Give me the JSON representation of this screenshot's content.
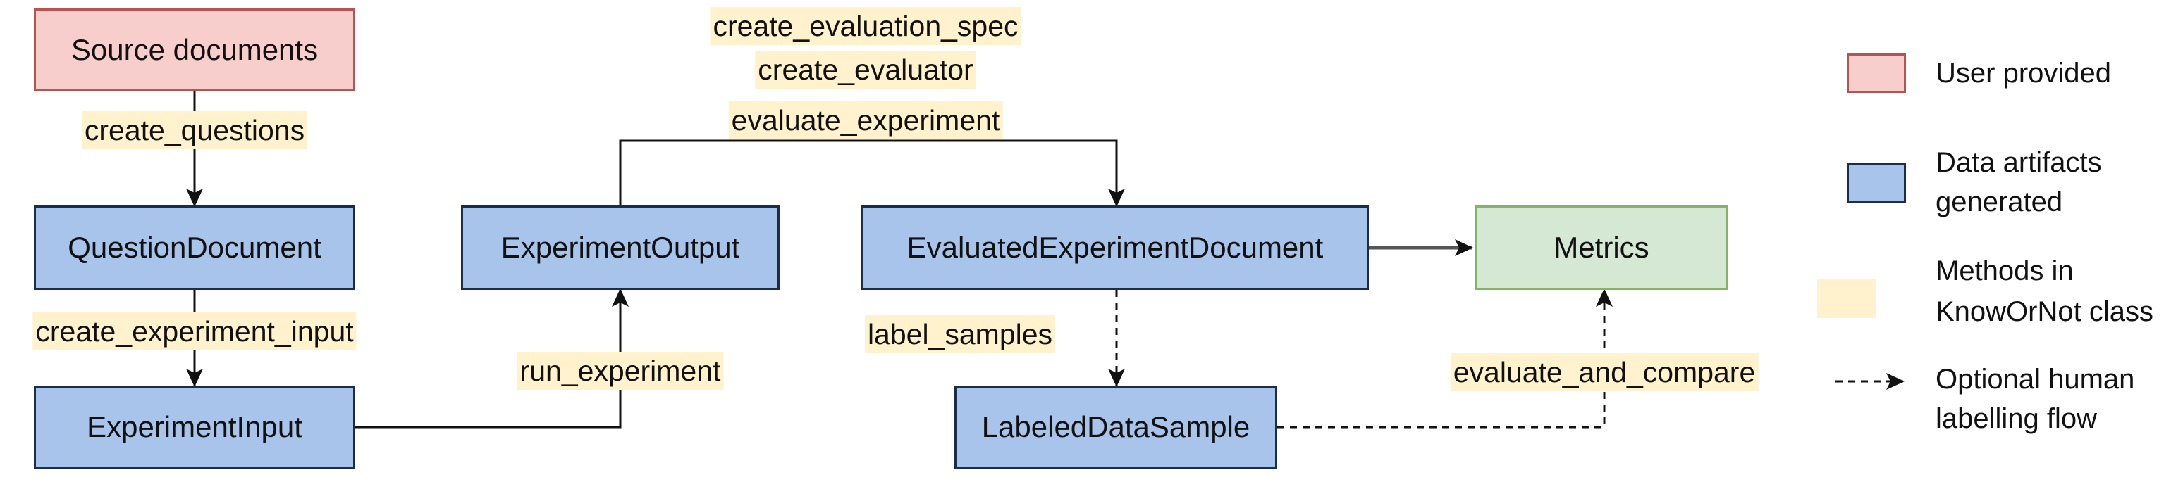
{
  "nodes": {
    "source_documents": "Source documents",
    "question_document": "QuestionDocument",
    "experiment_input": "ExperimentInput",
    "experiment_output": "ExperimentOutput",
    "evaluated_experiment_document": "EvaluatedExperimentDocument",
    "labeled_data_sample": "LabeledDataSample",
    "metrics": "Metrics"
  },
  "methods": {
    "create_questions": "create_questions",
    "create_experiment_input": "create_experiment_input",
    "run_experiment": "run_experiment",
    "create_evaluation_spec": "create_evaluation_spec",
    "create_evaluator": "create_evaluator",
    "evaluate_experiment": "evaluate_experiment",
    "label_samples": "label_samples",
    "evaluate_and_compare": "evaluate_and_compare"
  },
  "legend": {
    "user_provided": [
      "User provided"
    ],
    "data_artifacts": [
      "Data artifacts",
      "generated"
    ],
    "methods": [
      "Methods in",
      "KnowOrNot class"
    ],
    "optional_flow": [
      "Optional human",
      "labelling flow"
    ]
  },
  "colors": {
    "user_fill": "#f8cecc",
    "user_border": "#b85450",
    "data_fill": "#a9c4eb",
    "data_border": "#1d2b4d",
    "metric_fill": "#d5e8d4",
    "metric_border": "#82b366",
    "method_highlight": "#fff2cc"
  }
}
